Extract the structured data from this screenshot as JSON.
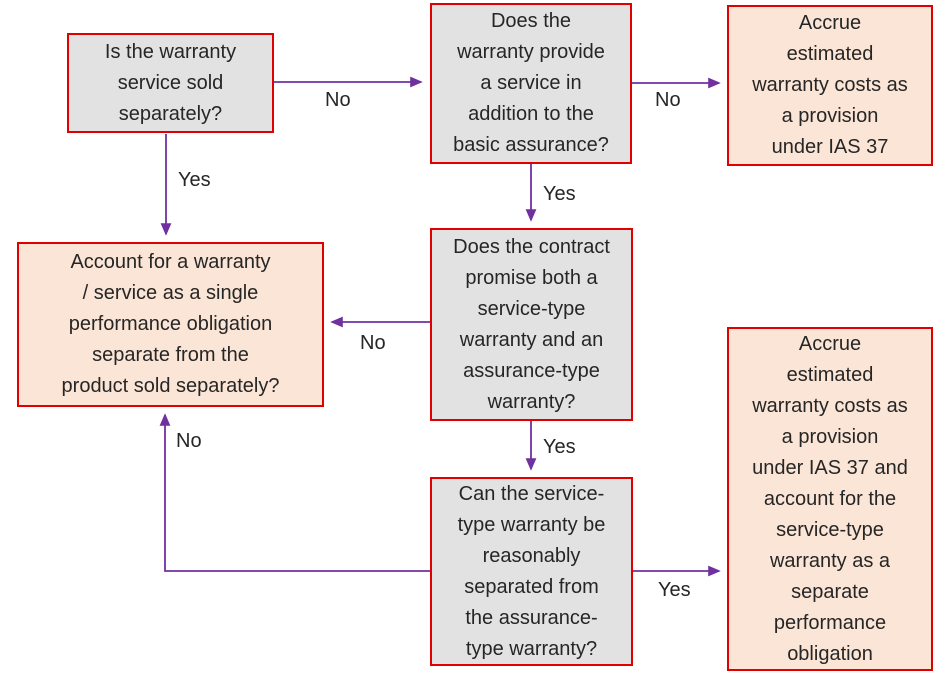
{
  "diagram_type": "flowchart",
  "topic": "Warranty accounting decision tree (IAS 37)",
  "colors": {
    "background": "#ffffff",
    "decision_fill": "#e3e2e2",
    "outcome_fill": "#fbe5d6",
    "border": "#e00000",
    "arrow": "#7030a0",
    "text": "#262626"
  },
  "nodes": {
    "q_sold_separately": {
      "kind": "decision",
      "text": "Is the warranty\nservice sold\nseparately?"
    },
    "q_service_in_addition": {
      "kind": "decision",
      "text": "Does the\nwarranty provide\na service in\naddition to the\nbasic assurance?"
    },
    "o_accrue_ias37": {
      "kind": "outcome",
      "text": "Accrue\nestimated\nwarranty costs as\na provision\nunder IAS 37"
    },
    "o_single_obligation": {
      "kind": "outcome",
      "text": "Account for a warranty\n/ service as a single\nperformance obligation\nseparate from the\nproduct sold separately?"
    },
    "q_promise_both": {
      "kind": "decision",
      "text": "Does the contract\npromise both a\nservice-type\nwarranty and an\nassurance-type\nwarranty?"
    },
    "q_reasonably_separated": {
      "kind": "decision",
      "text": "Can the service-\ntype warranty be\nreasonably\nseparated from\nthe assurance-\ntype warranty?"
    },
    "o_accrue_and_separate": {
      "kind": "outcome",
      "text": "Accrue\nestimated\nwarranty costs as\na provision\nunder IAS 37 and\naccount for the\nservice-type\nwarranty as a\nseparate\nperformance\nobligation"
    }
  },
  "edges": {
    "sold_no": {
      "label": "No",
      "from": "q_sold_separately",
      "to": "q_service_in_addition"
    },
    "sold_yes": {
      "label": "Yes",
      "from": "q_sold_separately",
      "to": "o_single_obligation"
    },
    "service_no": {
      "label": "No",
      "from": "q_service_in_addition",
      "to": "o_accrue_ias37"
    },
    "service_yes": {
      "label": "Yes",
      "from": "q_service_in_addition",
      "to": "q_promise_both"
    },
    "promise_no": {
      "label": "No",
      "from": "q_promise_both",
      "to": "o_single_obligation"
    },
    "promise_yes": {
      "label": "Yes",
      "from": "q_promise_both",
      "to": "q_reasonably_separated"
    },
    "separated_no": {
      "label": "No",
      "from": "q_reasonably_separated",
      "to": "o_single_obligation"
    },
    "separated_yes": {
      "label": "Yes",
      "from": "q_reasonably_separated",
      "to": "o_accrue_and_separate"
    }
  }
}
